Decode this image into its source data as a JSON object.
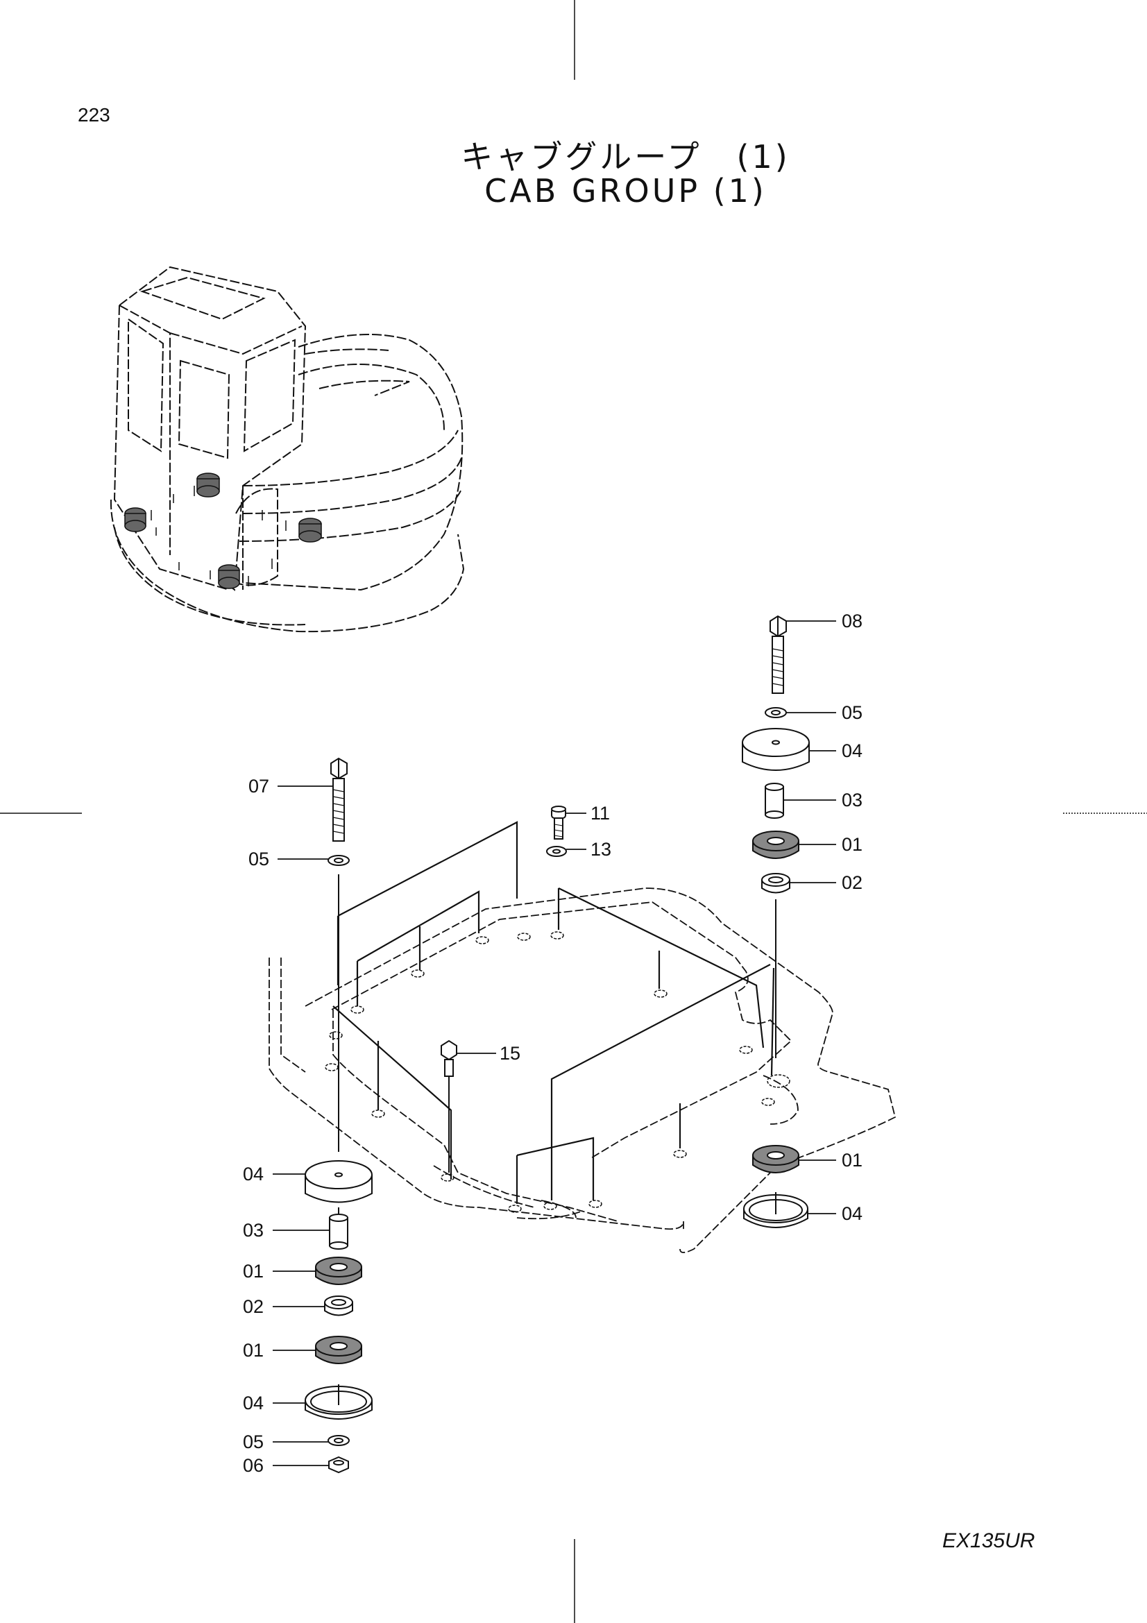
{
  "page_number": "223",
  "title_jp": "キャブグループ　(1)",
  "title_en": "CAB  GROUP  (1)",
  "model": "EX135UR",
  "callouts": {
    "right_top": [
      "08",
      "05",
      "04",
      "03",
      "01",
      "02"
    ],
    "left_top": [
      "07",
      "05"
    ],
    "center": [
      "11",
      "13",
      "15"
    ],
    "right_bottom": [
      "01",
      "04"
    ],
    "left_bottom": [
      "04",
      "03",
      "01",
      "02",
      "01",
      "04",
      "05",
      "06"
    ]
  }
}
